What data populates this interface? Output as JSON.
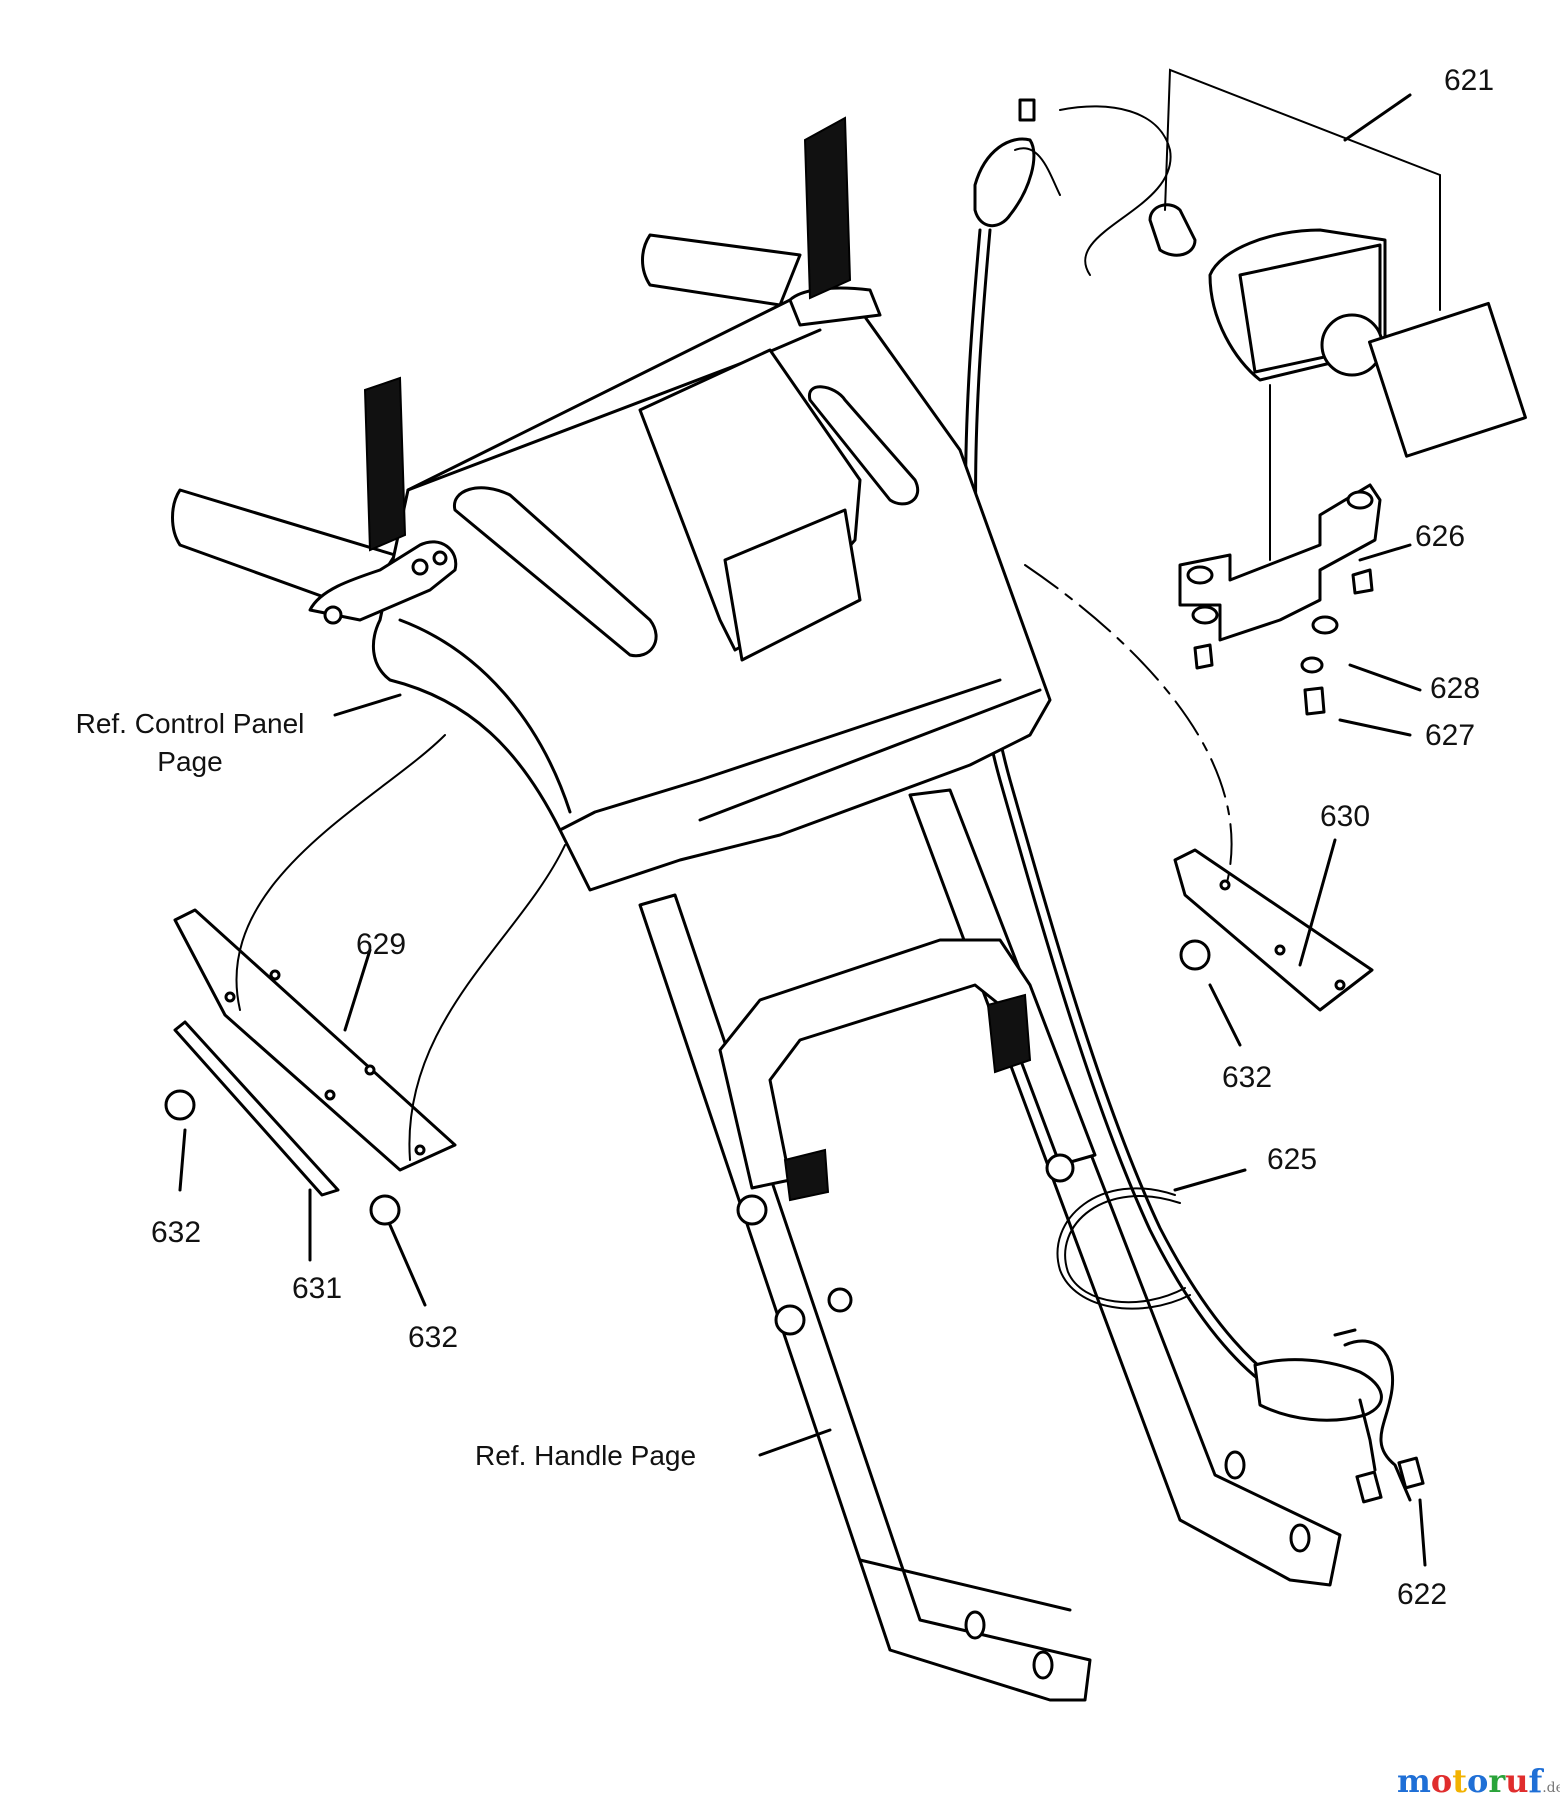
{
  "callouts": {
    "p621": "621",
    "p626": "626",
    "p628": "628",
    "p627": "627",
    "p630": "630",
    "p629": "629",
    "p632a": "632",
    "p625": "625",
    "p632b": "632",
    "p631": "631",
    "p632c": "632",
    "p622": "622"
  },
  "refs": {
    "control_panel_line1": "Ref. Control Panel",
    "control_panel_line2": "Page",
    "handle_page": "Ref. Handle Page"
  },
  "watermark": {
    "brand": "motoruf",
    "tld": ".de",
    "colors": [
      "#1f6fd6",
      "#e02d2d",
      "#f2b200",
      "#1f6fd6",
      "#2aa33a",
      "#e02d2d",
      "#1f6fd6"
    ]
  }
}
